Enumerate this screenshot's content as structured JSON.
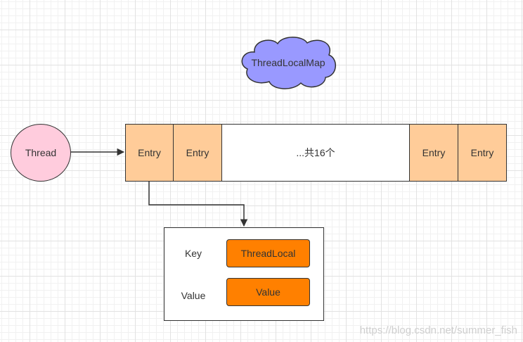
{
  "title": "ThreadLocalMap",
  "thread": "Thread",
  "entries": [
    "Entry",
    "Entry",
    "Entry",
    "Entry"
  ],
  "middle": "...共16个",
  "detail": {
    "key_label": "Key",
    "key_value": "ThreadLocal",
    "value_label": "Value",
    "value_value": "Value"
  },
  "watermark": "https://blog.csdn.net/summer_fish",
  "colors": {
    "cloud": "#9999ff",
    "thread": "#ffccdd",
    "entry": "#ffcc99",
    "box_orange": "#ff8000"
  }
}
